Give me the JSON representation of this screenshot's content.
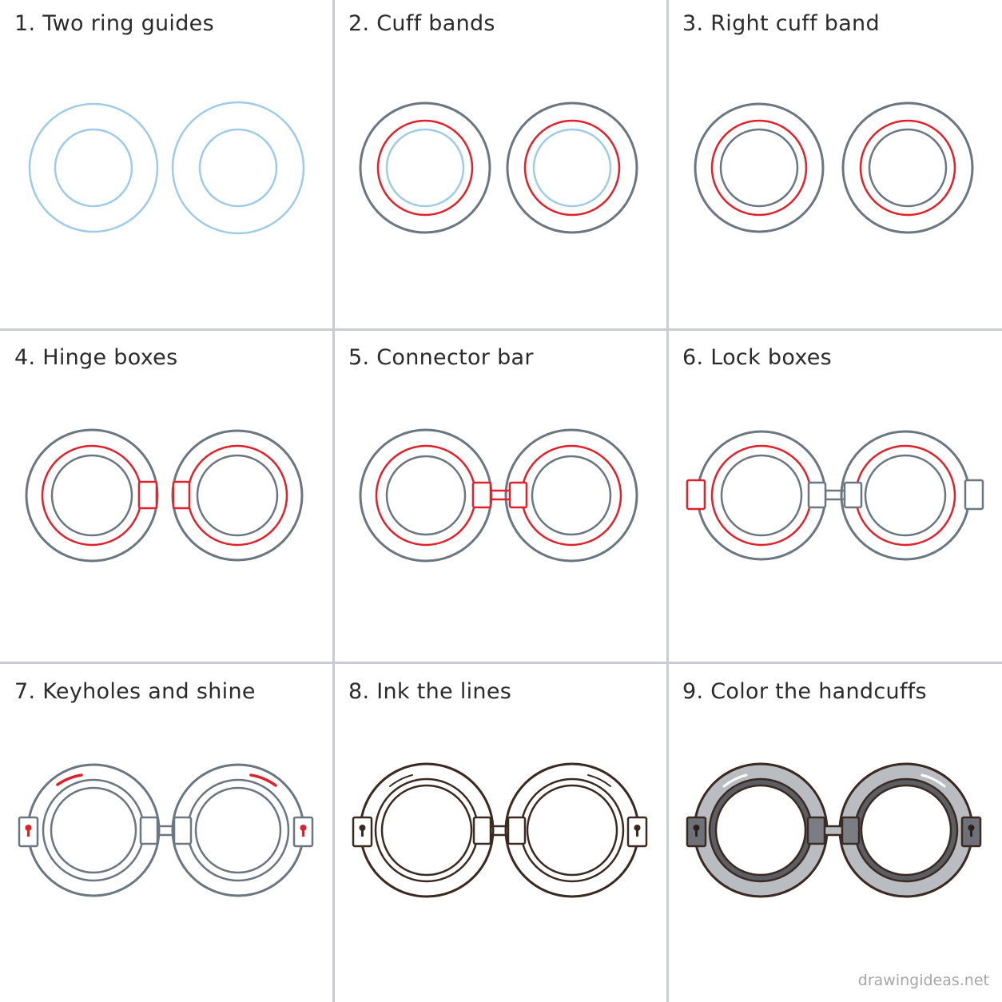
{
  "steps": [
    {
      "title": "1. Two ring guides"
    },
    {
      "title": "2. Cuff bands"
    },
    {
      "title": "3. Right cuff band"
    },
    {
      "title": "4. Hinge boxes"
    },
    {
      "title": "5. Connector bar"
    },
    {
      "title": "6. Lock boxes"
    },
    {
      "title": "7. Keyholes and shine"
    },
    {
      "title": "8. Ink the lines"
    },
    {
      "title": "9. Color the handcuffs"
    }
  ],
  "watermark": "drawingideas.net",
  "colors": {
    "guide_blue": "#9fcbe8",
    "new_red": "#e0202a",
    "previous_gray": "#6b7680",
    "ink": "#3a2a22",
    "metal_fill": "#b9bcc1",
    "metal_dark": "#5b5f64",
    "divider": "#c9cdd3"
  }
}
